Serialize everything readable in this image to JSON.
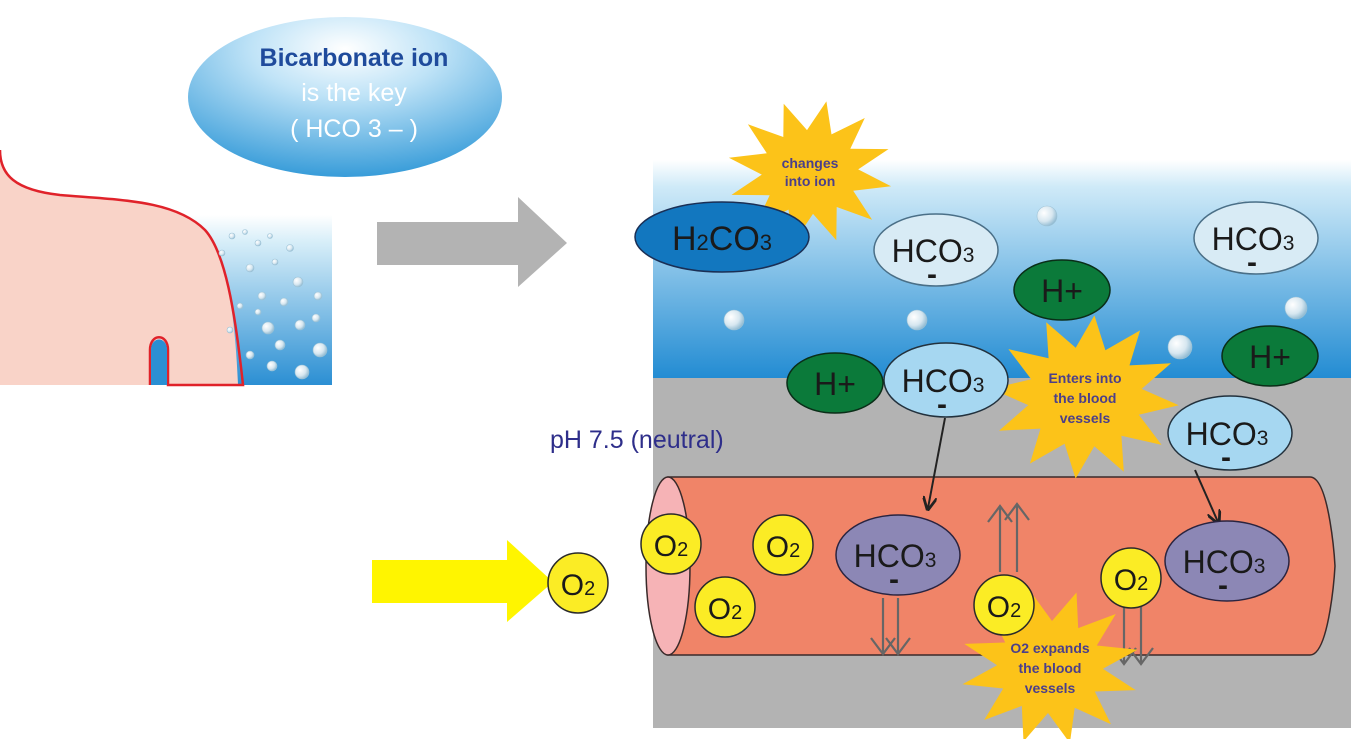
{
  "callout": {
    "line1": "Bicarbonate ion",
    "line2": "is the key",
    "line3": "( HCO 3 – )"
  },
  "ph_label": "pH 7.5 (neutral)",
  "bursts": {
    "ion_line1": "changes",
    "ion_line2": "into ion",
    "vessel_line1": "Enters into",
    "vessel_line2": "the blood",
    "vessel_line3": "vessels",
    "o2_line1": "O2 expands",
    "o2_line2": "the blood",
    "o2_line3": "vessels"
  },
  "molecules": {
    "h2co3": {
      "h": "H",
      "two": "2",
      "co": "CO",
      "three": "3"
    },
    "hco3": {
      "main": "HCO",
      "sub": "3",
      "charge": "-"
    },
    "hplus": "H+",
    "o2": {
      "o": "O",
      "sub": "2"
    }
  },
  "colors": {
    "skin": "#f9d3c8",
    "skin_outline": "#e0222a",
    "water_top": "#e8f6fc",
    "water_bottom": "#2f9ad6",
    "tissue": "#b3b3b3",
    "vessel": "#f08468",
    "burst": "#fcc319",
    "h2co3": "#1277bf",
    "hco3_water": "#d8ebf5",
    "hco3_tissue": "#a6d7f1",
    "hco3_vessel": "#8c87b5",
    "hplus": "#0b7a3a",
    "o2": "#fbec25",
    "grey_arrow": "#b3b3b3",
    "yellow_arrow": "#fff500",
    "ph_text": "#2e2e8a"
  }
}
